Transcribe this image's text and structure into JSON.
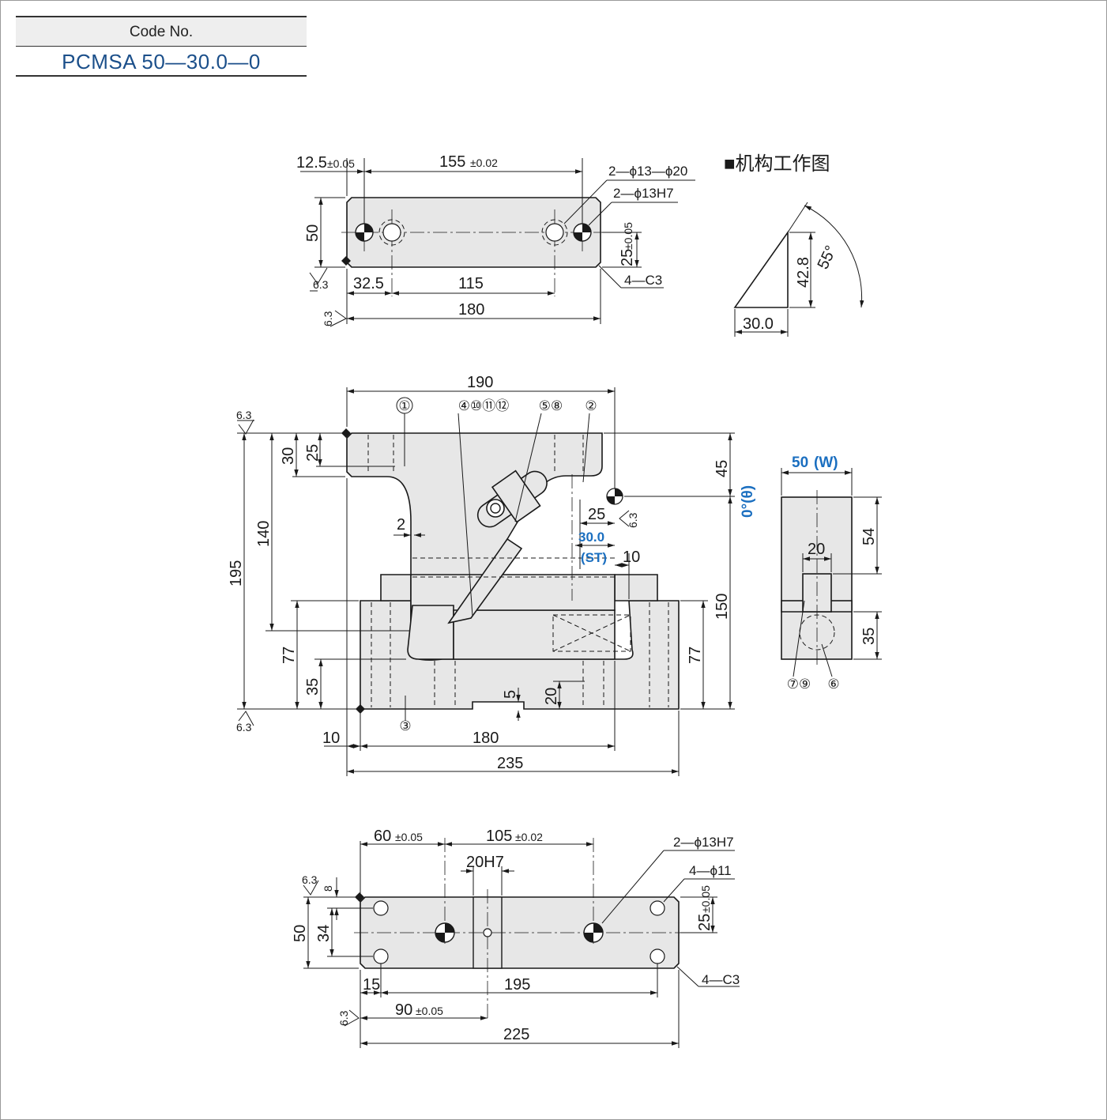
{
  "code_box": {
    "header": "Code No.",
    "value": "PCMSA 50—30.0—0"
  },
  "mechanism_title": "■机构工作图",
  "top_view": {
    "d_12_5": "12.5",
    "d_12_5_tol": "±0.05",
    "d_155": "155",
    "d_155_tol": "±0.02",
    "hole_a": "2—ϕ13—ϕ20",
    "hole_b": "2—ϕ13H7",
    "d_50": "50",
    "d_25": "25",
    "d_25_tol": "±0.05",
    "d_32_5": "32.5",
    "d_115": "115",
    "d_180": "180",
    "chamfer": "4—C3",
    "rough_a": "6.3",
    "rough_b": "6.3"
  },
  "mechanism": {
    "h": "42.8",
    "w": "30.0",
    "angle": "55°"
  },
  "front_view": {
    "d_190": "190",
    "balloons": [
      "①",
      "④⑩⑪⑫",
      "⑤⑧",
      "②",
      "③"
    ],
    "d_45": "45",
    "angle": "0°(θ)",
    "d_25r": "25",
    "st_value": "30.0",
    "st_label": "(ST)",
    "d_10r": "10",
    "d_2": "2",
    "d_30": "30",
    "d_25": "25",
    "d_140": "140",
    "d_195": "195",
    "d_77l": "77",
    "d_35": "35",
    "d_150": "150",
    "d_77r": "77",
    "d_5": "5",
    "d_20": "20",
    "d_10": "10",
    "d_180": "180",
    "d_235": "235",
    "rough_top": "6.3",
    "rough_bottom": "6.3",
    "rough_right": "6.3"
  },
  "side_view": {
    "width": "50",
    "width_tag": "(W)",
    "d_54": "54",
    "d_20": "20",
    "d_35": "35",
    "balloons_left": "⑦⑨",
    "balloon_right": "⑥"
  },
  "bottom_view": {
    "d_60": "60",
    "d_60_tol": "±0.05",
    "d_105": "105",
    "d_105_tol": "±0.02",
    "slot": "20H7",
    "hole_a": "2—ϕ13H7",
    "hole_b": "4—ϕ11",
    "d_8": "8",
    "d_50": "50",
    "d_34": "34",
    "d_25": "25",
    "d_25_tol": "±0.05",
    "d_15": "15",
    "d_195": "195",
    "d_90": "90",
    "d_90_tol": "±0.05",
    "d_225": "225",
    "chamfer": "4—C3",
    "rough_a": "6.3",
    "rough_b": "6.3"
  }
}
